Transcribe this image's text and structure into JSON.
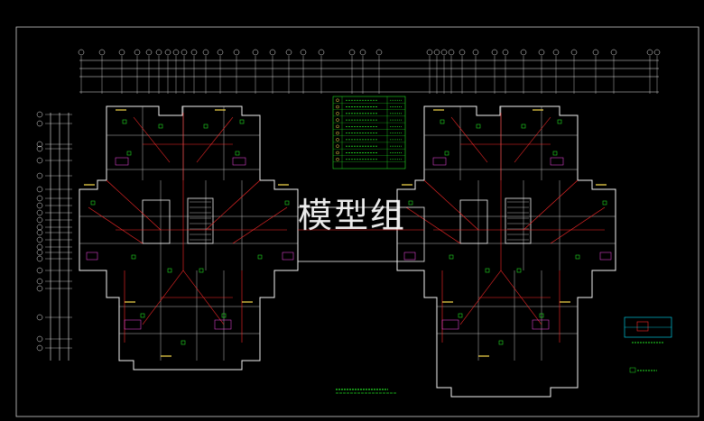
{
  "watermark": "模型组",
  "colors": {
    "background": "#000000",
    "wall": "#f2f2f2",
    "grid": "#e8e8e8",
    "wire": "#ff2a2a",
    "equipment": "#22e022",
    "annotation": "#ffe14d",
    "dimension": "#00e5ff",
    "furniture": "#ff4df0"
  },
  "legend": {
    "rows": 10
  },
  "captions": {
    "plan_title": "",
    "detail_title": ""
  },
  "icons": {
    "wiring": "red-circuit-line",
    "fixture": "green-fixture-symbol",
    "axis_bubble": "circle-axis-marker"
  }
}
